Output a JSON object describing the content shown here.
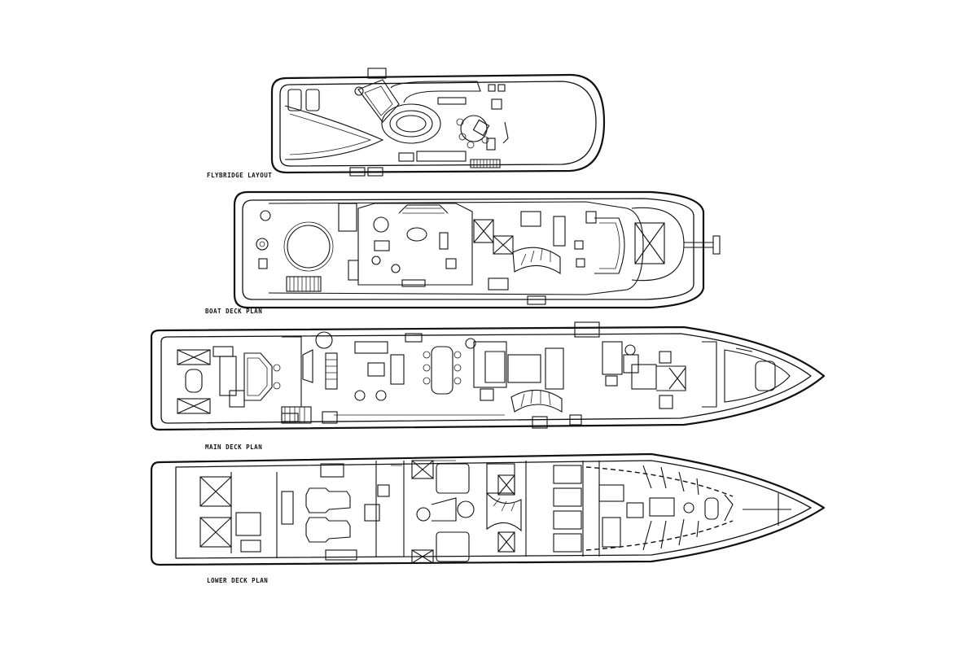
{
  "labels": {
    "flybridge": "FLYBRIDGE LAYOUT",
    "boat_deck": "BOAT DECK PLAN",
    "main_deck": "MAIN DECK PLAN",
    "lower_deck": "LOWER DECK PLAN"
  },
  "colors": {
    "background": "#ffffff",
    "ink": "#111111"
  }
}
